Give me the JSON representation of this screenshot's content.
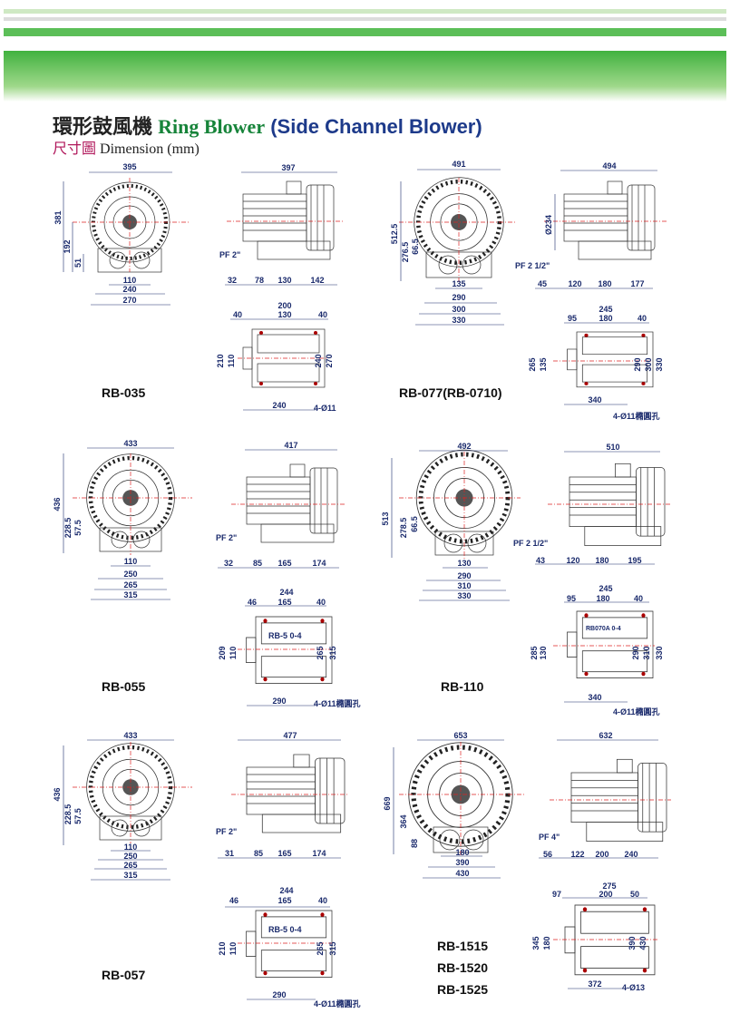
{
  "header": {
    "title_zh": "環形鼓風機",
    "title_en": "Ring Blower",
    "title_en2": "(Side Channel Blower)",
    "subtitle_zh": "尺寸圖",
    "subtitle_en": "Dimension (mm)"
  },
  "colors": {
    "green_bar": "#41b23f",
    "light_green": "#9fd88a",
    "gray_bar": "#d8d8d8",
    "title_green": "#17843a",
    "title_blue": "#1d3a8a",
    "dim_blue": "#1a2a6c",
    "center_line": "#dd2222"
  },
  "models": {
    "rb035": "RB-035",
    "rb077": "RB-077(RB-0710)",
    "rb055": "RB-055",
    "rb110": "RB-110",
    "rb057": "RB-057",
    "rb1515": "RB-1515",
    "rb1520": "RB-1520",
    "rb1525": "RB-1525"
  },
  "dims": {
    "rb035": {
      "front_w": "395",
      "h": "381",
      "axis": "192",
      "base": "51",
      "b1": "110",
      "b2": "240",
      "b3": "270",
      "side_w": "397",
      "pf": "PF 2\"",
      "s1": "32",
      "s2": "78",
      "s3": "130",
      "s4": "142",
      "top1": "200",
      "top2": "40",
      "top3": "130",
      "top4": "40",
      "p1": "210",
      "p2": "110",
      "p3": "240",
      "p4": "270",
      "p5": "240",
      "hole": "4-Ø11"
    },
    "rb077": {
      "front_w": "491",
      "h": "512.5",
      "axis": "276.5",
      "base": "66.5",
      "b1": "135",
      "b2": "290",
      "b3": "300",
      "b4": "330",
      "side_w": "494",
      "dia": "Ø234",
      "pf": "PF 2 1/2\"",
      "s1": "45",
      "s2": "120",
      "s3": "180",
      "s4": "177",
      "top1": "245",
      "top2": "95",
      "top3": "180",
      "top4": "40",
      "p1": "265",
      "p2": "135",
      "p3": "290",
      "p4": "300",
      "p5": "330",
      "p6": "340",
      "hole": "4-Ø11橢圓孔"
    },
    "rb055": {
      "front_w": "433",
      "h": "436",
      "axis": "228.5",
      "base": "57.5",
      "b1": "110",
      "b2": "250",
      "b3": "265",
      "b4": "315",
      "side_w": "417",
      "pf": "PF 2\"",
      "s1": "32",
      "s2": "85",
      "s3": "165",
      "s4": "174",
      "top1": "244",
      "top2": "46",
      "top3": "165",
      "top4": "40",
      "p1": "209",
      "p2": "110",
      "p3": "265",
      "p4": "315",
      "p5": "290",
      "hole": "4-Ø11橢圓孔",
      "plate": "RB-5 0-4"
    },
    "rb110": {
      "front_w": "492",
      "h": "513",
      "axis": "278.5",
      "base": "66.5",
      "b1": "130",
      "b2": "290",
      "b3": "310",
      "b4": "330",
      "side_w": "510",
      "pf": "PF 2 1/2\"",
      "s1": "43",
      "s2": "120",
      "s3": "180",
      "s4": "195",
      "top1": "245",
      "top2": "95",
      "top3": "180",
      "top4": "40",
      "p1": "285",
      "p2": "130",
      "p3": "290",
      "p4": "310",
      "p5": "330",
      "p6": "340",
      "hole": "4-Ø11橢圓孔",
      "plate": "RB070A 0-4"
    },
    "rb057": {
      "front_w": "433",
      "h": "436",
      "axis": "228.5",
      "base": "57.5",
      "b1": "110",
      "b2": "250",
      "b3": "265",
      "b4": "315",
      "side_w": "477",
      "pf": "PF 2\"",
      "s1": "31",
      "s2": "85",
      "s3": "165",
      "s4": "174",
      "top1": "244",
      "top2": "46",
      "top3": "165",
      "top4": "40",
      "p1": "210",
      "p2": "110",
      "p3": "265",
      "p4": "315",
      "p5": "290",
      "hole": "4-Ø11橢圓孔",
      "plate": "RB-5 0-4"
    },
    "rb15": {
      "front_w": "653",
      "h": "669",
      "axis": "364",
      "base": "88",
      "b1": "180",
      "b2": "390",
      "b3": "430",
      "side_w": "632",
      "pf": "PF 4\"",
      "s1": "56",
      "s2": "122",
      "s3": "200",
      "s4": "240",
      "top1": "275",
      "top2": "97",
      "top3": "200",
      "top4": "50",
      "p1": "345",
      "p2": "180",
      "p3": "390",
      "p4": "430",
      "p5": "372",
      "hole": "4-Ø13"
    }
  }
}
